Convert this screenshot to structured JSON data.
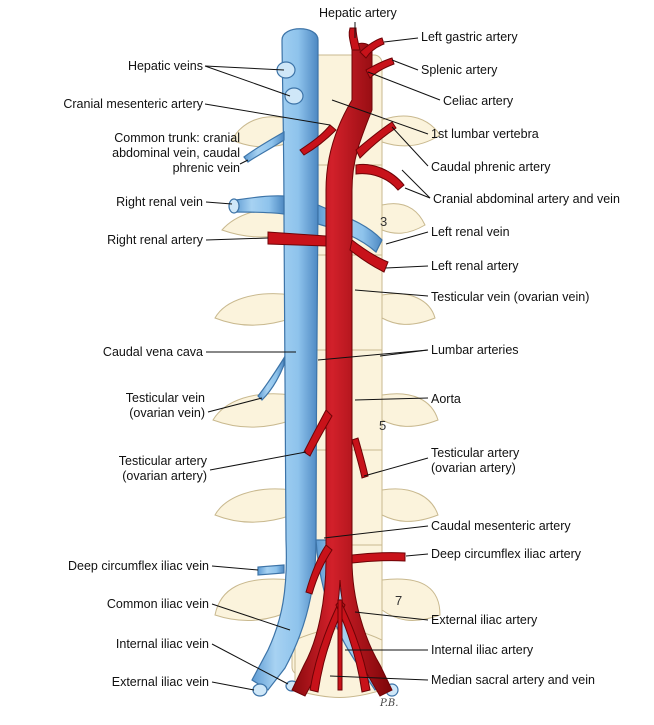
{
  "labels": {
    "hepatic_artery": "Hepatic artery",
    "left_gastric_artery": "Left gastric artery",
    "splenic_artery": "Splenic artery",
    "celiac_artery": "Celiac artery",
    "first_lumbar_vertebra": "1st lumbar vertebra",
    "caudal_phrenic_artery": "Caudal phrenic artery",
    "cranial_abdominal_artery_vein": "Cranial abdominal artery and vein",
    "left_renal_vein": "Left renal vein",
    "left_renal_artery": "Left renal artery",
    "testicular_vein_right": "Testicular vein (ovarian vein)",
    "lumbar_arteries": "Lumbar arteries",
    "aorta": "Aorta",
    "testicular_artery_right_1": "Testicular artery",
    "testicular_artery_right_2": "(ovarian artery)",
    "caudal_mesenteric_artery": "Caudal mesenteric artery",
    "deep_circumflex_iliac_artery": "Deep circumflex iliac artery",
    "external_iliac_artery": "External iliac artery",
    "internal_iliac_artery": "Internal iliac artery",
    "median_sacral": "Median sacral artery and vein",
    "hepatic_veins": "Hepatic veins",
    "cranial_mesenteric_artery": "Cranial mesenteric artery",
    "common_trunk_1": "Common trunk: cranial",
    "common_trunk_2": "abdominal vein, caudal",
    "common_trunk_3": "phrenic vein",
    "right_renal_vein": "Right renal vein",
    "right_renal_artery": "Right renal artery",
    "caudal_vena_cava": "Caudal vena cava",
    "testicular_vein_left_1": "Testicular vein",
    "testicular_vein_left_2": "(ovarian vein)",
    "testicular_artery_left_1": "Testicular artery",
    "testicular_artery_left_2": "(ovarian artery)",
    "deep_circumflex_iliac_vein": "Deep circumflex iliac vein",
    "common_iliac_vein": "Common iliac vein",
    "internal_iliac_vein": "Internal iliac vein",
    "external_iliac_vein": "External iliac vein"
  },
  "vertebra_numbers": {
    "v3": "3",
    "v5": "5",
    "v7": "7"
  },
  "signature": "P.B.",
  "colors": {
    "vein": "#8ec3ec",
    "vein_dark": "#4a86c0",
    "artery": "#c8121a",
    "artery_dark": "#7a0508",
    "bone": "#fbf3dc",
    "bone_line": "#c9b98f"
  }
}
